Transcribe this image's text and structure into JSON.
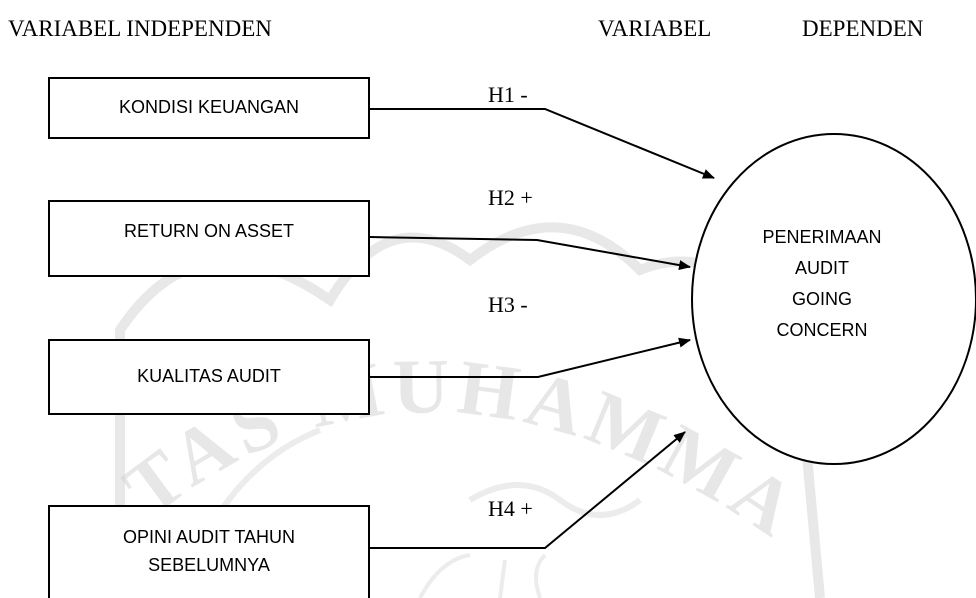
{
  "headings": {
    "independent": "VARIABEL INDEPENDEN",
    "dependent_word1": "VARIABEL",
    "dependent_word2": "DEPENDEN"
  },
  "independent_variables": [
    {
      "lines": [
        "KONDISI KEUANGAN"
      ],
      "hypothesis": "H1 -"
    },
    {
      "lines": [
        "RETURN ON ASSET"
      ],
      "hypothesis": "H2 +"
    },
    {
      "lines": [
        "KUALITAS AUDIT"
      ],
      "hypothesis": "H3 -"
    },
    {
      "lines": [
        "OPINI AUDIT TAHUN",
        "SEBELUMNYA"
      ],
      "hypothesis": "H4 +"
    }
  ],
  "dependent_variable": {
    "lines": [
      "PENERIMAAN",
      "AUDIT",
      "GOING",
      "CONCERN"
    ]
  },
  "watermark": {
    "text": "TAS MUHAMMA",
    "color": "#cfcfcf"
  }
}
